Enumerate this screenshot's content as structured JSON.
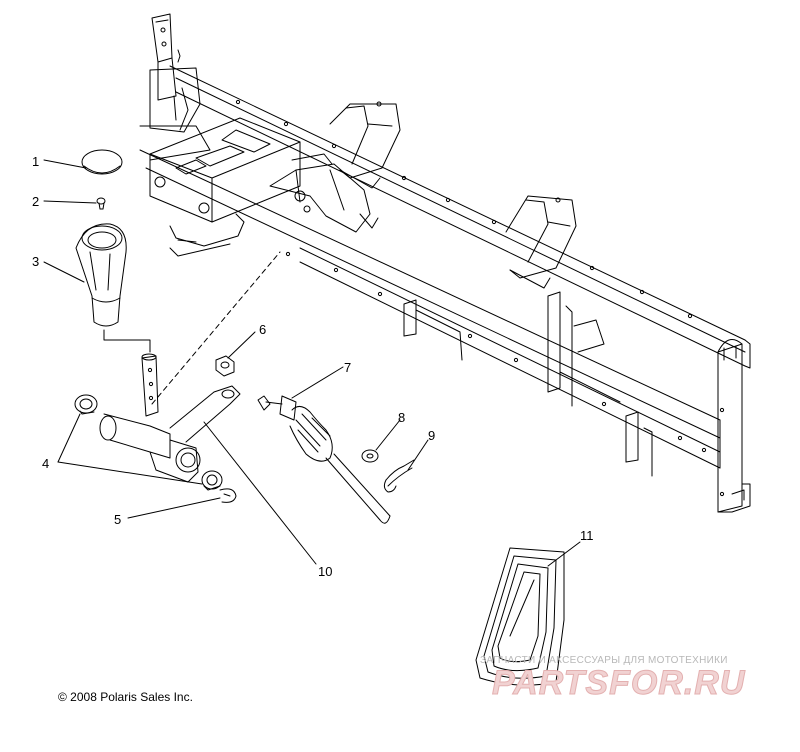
{
  "callouts": [
    {
      "id": "1",
      "label": "1"
    },
    {
      "id": "2",
      "label": "2"
    },
    {
      "id": "3",
      "label": "3"
    },
    {
      "id": "4",
      "label": "4"
    },
    {
      "id": "5",
      "label": "5"
    },
    {
      "id": "6",
      "label": "6"
    },
    {
      "id": "7",
      "label": "7"
    },
    {
      "id": "8",
      "label": "8"
    },
    {
      "id": "9",
      "label": "9"
    },
    {
      "id": "10",
      "label": "10"
    },
    {
      "id": "11",
      "label": "11"
    }
  ],
  "copyright": "© 2008 Polaris Sales Inc.",
  "watermark": {
    "tagline": "ЗАПЧАСТИ И АКСЕССУАРЫ ДЛЯ МОТОТЕХНИКИ",
    "logo": "PARTSFOR.RU"
  },
  "colors": {
    "line": "#000000",
    "watermark_logo": "#f1d2d2",
    "watermark_text": "#b8b8b8"
  }
}
